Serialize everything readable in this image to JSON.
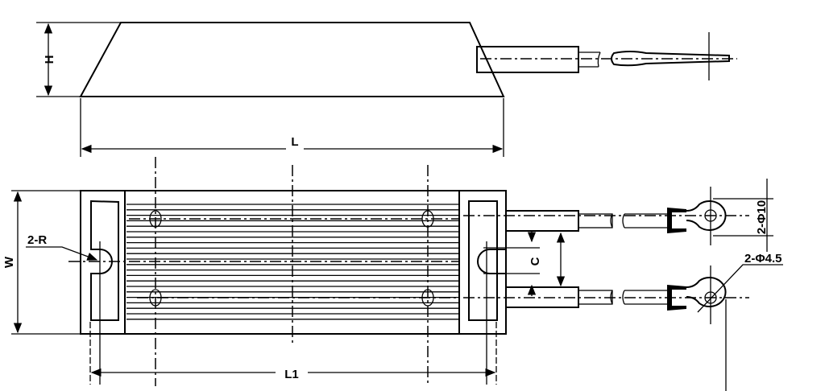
{
  "drawing": {
    "labels": {
      "height": "H",
      "length": "L",
      "width": "W",
      "radius": "2-R",
      "spacing": "C",
      "mount_length": "L1",
      "lug_outer": "2-Φ10",
      "lug_hole": "2-Φ4.5"
    },
    "colors": {
      "line": "#000000",
      "background": "#ffffff"
    }
  }
}
